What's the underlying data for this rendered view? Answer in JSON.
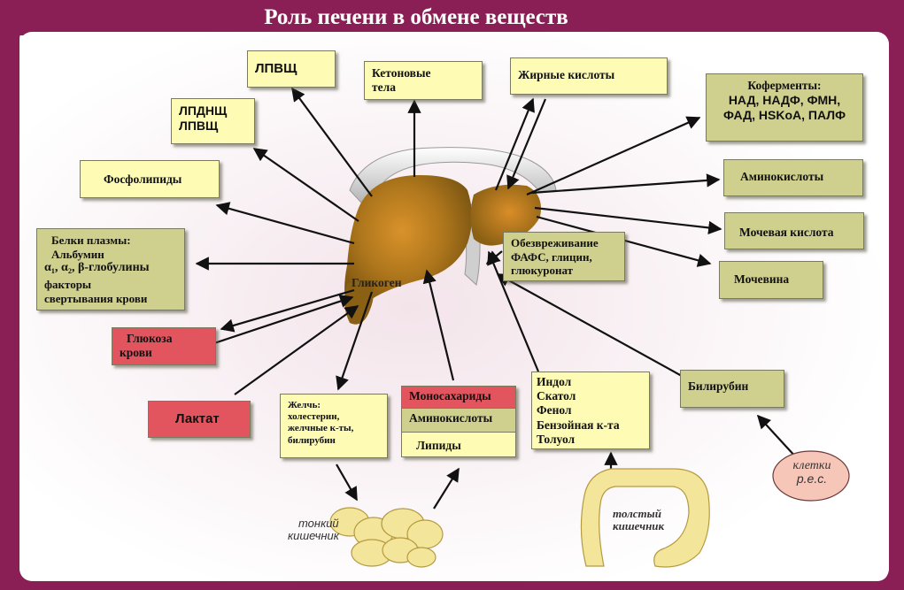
{
  "title": "Роль печени в обмене веществ",
  "liver_label": "Гликоген",
  "boxes": {
    "lpvsch": "ЛПВЩ",
    "lpdnsch": [
      "ЛПДНЩ",
      "ЛПВЩ"
    ],
    "ketone": [
      "Кетоновые",
      "тела"
    ],
    "fatty_acids": "Жирные кислоты",
    "coenzymes": [
      "Коферменты:",
      "НАД, НАДФ, ФМН,",
      "ФАД, HSKoA, ПАЛФ"
    ],
    "phospholipids": "Фосфолипиды",
    "amino_out": "Аминокислоты",
    "plasma": [
      "Белки плазмы:",
      "Альбумин",
      "α₁, α₂, β-глобулины",
      "факторы",
      "свертывания крови"
    ],
    "uric": "Мочевая кислота",
    "detox": [
      "Обезвреживание",
      "ФАФС, глицин,",
      "глюкуронат"
    ],
    "urea": "Мочевина",
    "glucose": [
      "Глюкоза",
      "крови"
    ],
    "lactate": "Лактат",
    "bile": [
      "Желчь:",
      "холестерин,",
      "желчные к-ты,",
      "билирубин"
    ],
    "intake": [
      "Моносахариды",
      "Аминокислоты",
      "Липиды"
    ],
    "indole": [
      "Индол",
      "Скатол",
      "Фенол",
      "Бензойная к-та",
      "Толуол"
    ],
    "bilirubin": "Билирубин",
    "res_cells": [
      "клетки",
      "р.е.с."
    ]
  },
  "labels": {
    "small_intestine": [
      "тонкий",
      "кишечник"
    ],
    "large_intestine": [
      "толстый",
      "кишечник"
    ]
  },
  "colors": {
    "frame": "#8a1f55",
    "box_yellow": "#fdfbb4",
    "box_olive": "#d0d08e",
    "box_red": "#e2545e",
    "liver": "#b07a1c",
    "res_oval": "#f6c6b8"
  }
}
